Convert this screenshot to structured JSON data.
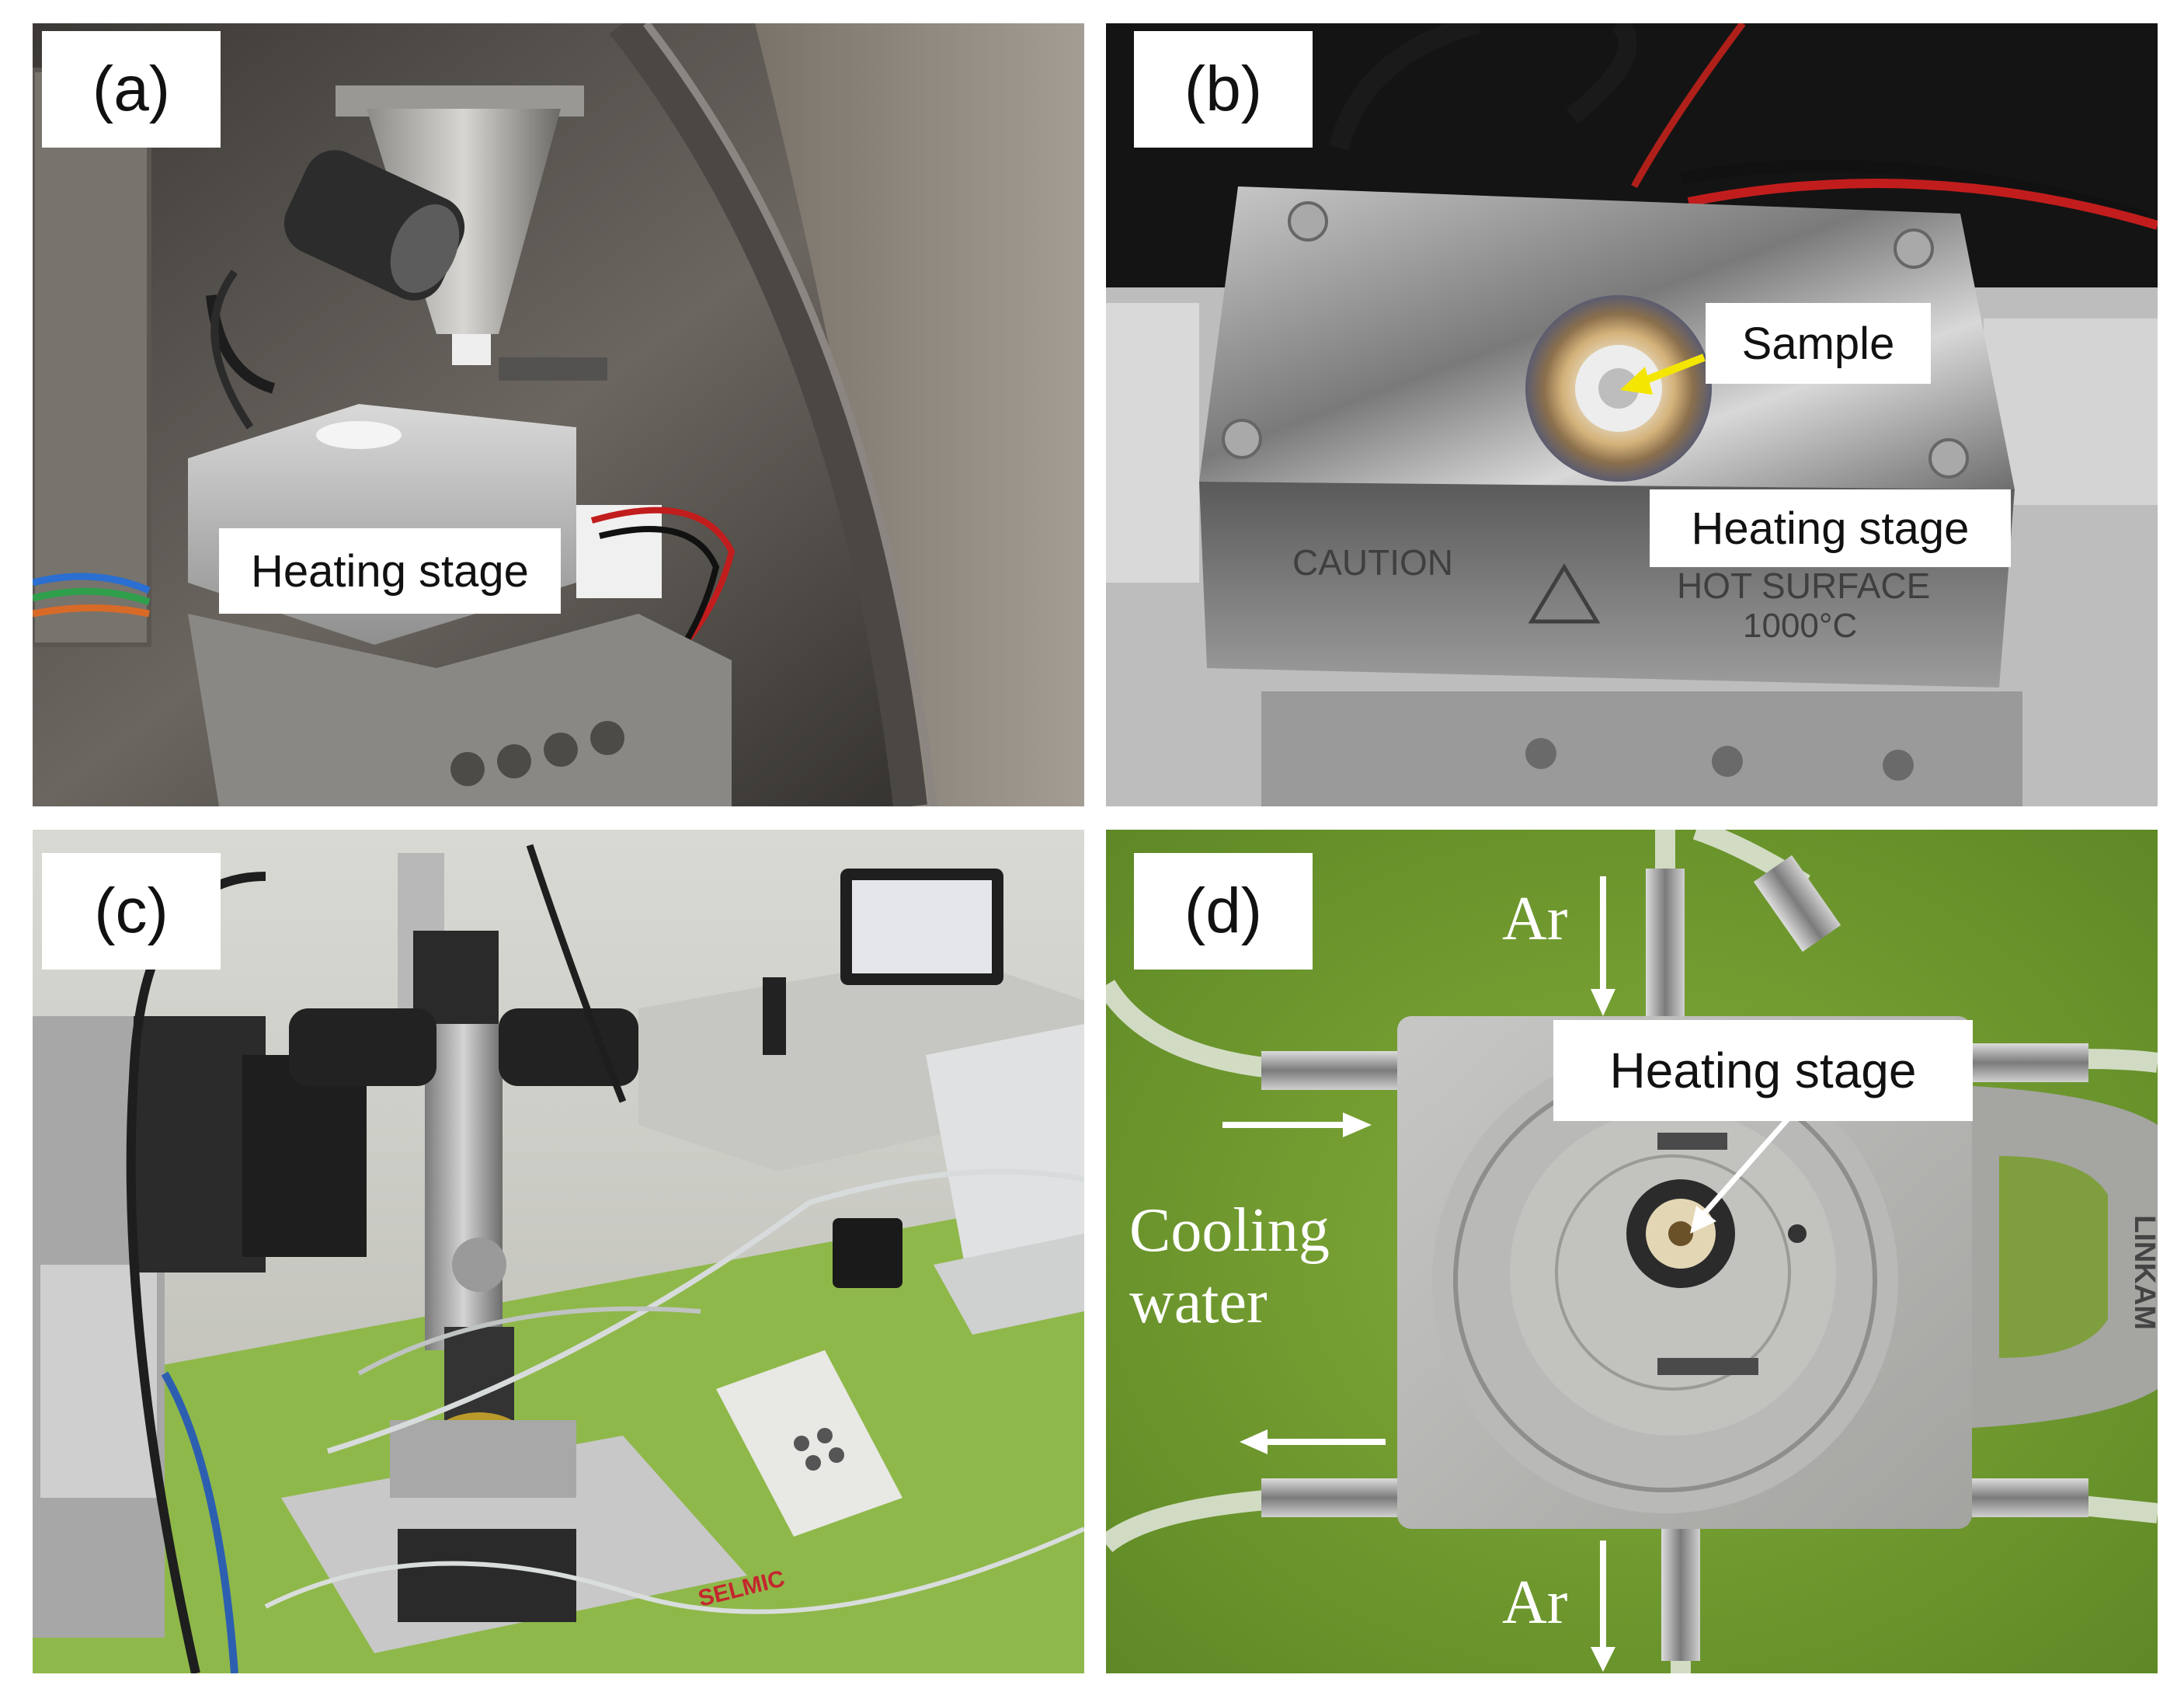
{
  "panels": {
    "a": {
      "letter": "(a)",
      "labels": {
        "heating_stage": "Heating stage"
      }
    },
    "b": {
      "letter": "(b)",
      "labels": {
        "sample": "Sample",
        "heating_stage": "Heating stage"
      },
      "stage_text": {
        "caution": "CAUTION",
        "hot_surface": "HOT SURFACE",
        "temp": "1000°C"
      },
      "arrow_color": "#f4e600"
    },
    "c": {
      "letter": "(c)",
      "brand_text": "SELMIC"
    },
    "d": {
      "letter": "(d)",
      "labels": {
        "heating_stage": "Heating stage",
        "ar_top": "Ar",
        "ar_bottom": "Ar",
        "cooling_line1": "Cooling",
        "cooling_line2": "water"
      },
      "brand_text": "LINKAM",
      "background_color": "#6f9a2c"
    }
  }
}
